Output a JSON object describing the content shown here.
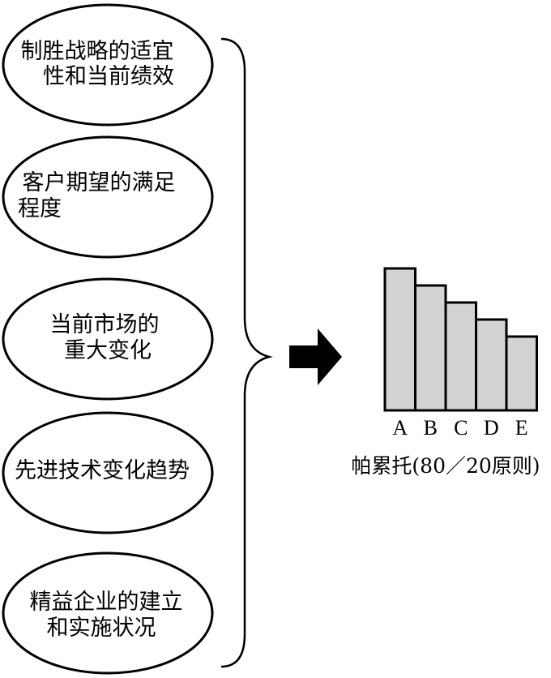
{
  "factors": [
    {
      "lines": [
        "制胜战略的适宜",
        "性和当前绩效"
      ]
    },
    {
      "lines": [
        "客户期望的满足",
        "程度"
      ]
    },
    {
      "lines": [
        "当前市场的",
        "重大变化"
      ]
    },
    {
      "lines": [
        "先进技术变化趋势"
      ]
    },
    {
      "lines": [
        "精益企业的建立",
        "和实施状况"
      ]
    }
  ],
  "chart_data": {
    "type": "bar",
    "categories": [
      "A",
      "B",
      "C",
      "D",
      "E"
    ],
    "values": [
      100,
      88,
      76,
      64,
      52
    ],
    "ylim": [
      0,
      100
    ],
    "bar_color": "#d3d3d3",
    "caption": "帕累托(80／20原则)"
  },
  "colors": {
    "stroke": "#000000",
    "bar": "#d3d3d3",
    "arrow": "#000000"
  }
}
